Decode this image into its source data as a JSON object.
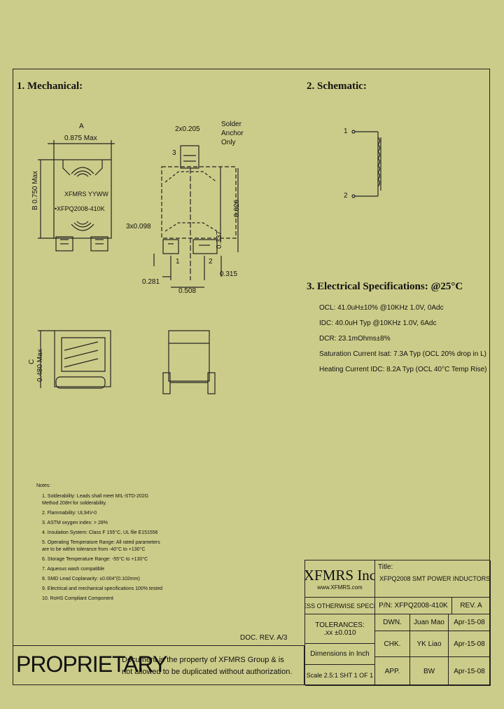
{
  "sections": {
    "mechanical": "1. Mechanical:",
    "schematic": "2. Schematic:",
    "electrical": "3. Electrical   Specifications: @25°C"
  },
  "mechanical": {
    "dim_a": "A",
    "dim_a_val": "0.875 Max",
    "dim_b": "B",
    "dim_b_val": "0.750 Max",
    "part_top": "XFMRS YYWW",
    "part_bottom": "•XFPQ2008-410K",
    "pad_w": "2x0.205",
    "solder_anchor": [
      "Solder",
      "Anchor",
      "Only"
    ],
    "pin3": "3",
    "pad_3x": "3x0.098",
    "dim_0337": "0.337",
    "dim_0626": "0.626",
    "pin1": "1",
    "pin2": "2",
    "dim_0281": "0.281",
    "dim_0508": "0.508",
    "dim_0315": "0.315",
    "dim_c": "C",
    "dim_c_val": "0.480 Max"
  },
  "schematic": {
    "pin1": "1",
    "pin2": "2"
  },
  "specs": [
    "OCL: 41.0uH±10% @10KHz 1.0V, 0Adc",
    "IDC: 40.0uH Typ @10KHz 1.0V, 6Adc",
    "DCR: 23.1mOhms±8%",
    "Saturation Current Isat: 7.3A Typ (OCL 20% drop in L)",
    "Heating Current IDC: 8.2A Typ (OCL 40°C Temp Rise)"
  ],
  "notes": {
    "title": "Notes:",
    "items": [
      "1. Solderability: Leads shall meet MIL-STD-202G",
      "    Method 208H for solderability.",
      "2. Flammability: UL94V-0",
      "3. ASTM oxygen index: > 28%",
      "4. Insulation System: Class F 155°C, UL file E151556",
      "5. Operating Temperature Range: All rated parameters",
      "    are to be within tolerance from -40°C to +130°C",
      "6. Storage Temperature Range: -55°C to +130°C",
      "7. Aqueous wash compatible",
      "8. SMD Lead Coplanarity: ±0.004\"(0.102mm)",
      "9. Electrical and mechanical specifications 100% tested",
      "10. RoHS Compliant Component"
    ]
  },
  "title_block": {
    "company": "XFMRS Inc",
    "website": "www.XFMRS.com",
    "title_label": "Title:",
    "title_value": "XFPQ2008 SMT POWER INDUCTORS",
    "unless": "UNLESS OTHERWISE SPECIFIED",
    "pn": "P/N: XFPQ2008-410K",
    "rev": "REV.  A",
    "tolerances": "TOLERANCES:",
    "tol_value": ".xx ±0.010",
    "dwn": "DWN.",
    "dwn_name": "Juan Mao",
    "dwn_date": "Apr-15-08",
    "chk": "CHK.",
    "chk_name": "YK Liao",
    "chk_date": "Apr-15-08",
    "dims": "Dimensions in Inch",
    "app": "APP.",
    "app_name": "BW",
    "app_date": "Apr-15-08",
    "scale": "Scale 2.5:1  SHT 1 OF 1",
    "doc_rev": "DOC. REV.  A/3",
    "proprietary": "PROPRIETARY",
    "prop_text": [
      "Document is the property of XFMRS Group & is",
      "not allowed to be duplicated without authorization."
    ]
  }
}
